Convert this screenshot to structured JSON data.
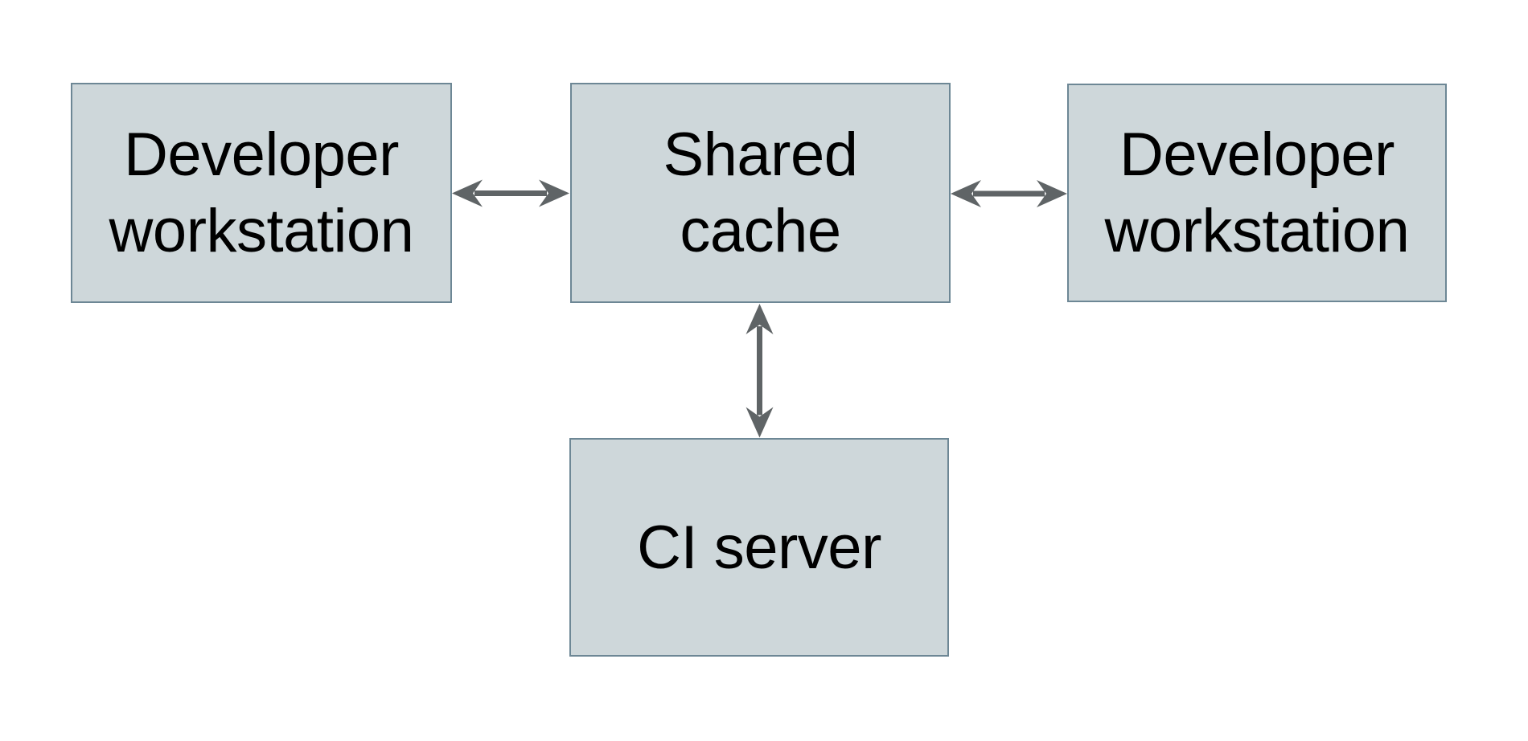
{
  "diagram": {
    "type": "architecture-diagram",
    "nodes": [
      {
        "id": "developer-workstation-left",
        "label": "Developer\nworkstation"
      },
      {
        "id": "shared-cache",
        "label": "Shared\ncache"
      },
      {
        "id": "developer-workstation-right",
        "label": "Developer\nworkstation"
      },
      {
        "id": "ci-server",
        "label": "CI server"
      }
    ],
    "edges": [
      {
        "from": "developer-workstation-left",
        "to": "shared-cache",
        "direction": "bidirectional"
      },
      {
        "from": "shared-cache",
        "to": "developer-workstation-right",
        "direction": "bidirectional"
      },
      {
        "from": "shared-cache",
        "to": "ci-server",
        "direction": "bidirectional"
      }
    ],
    "colors": {
      "background": "#ffffff",
      "node_fill": "#ced7da",
      "node_border": "#6d8795",
      "arrow": "#5f6466",
      "text": "#000000"
    }
  }
}
